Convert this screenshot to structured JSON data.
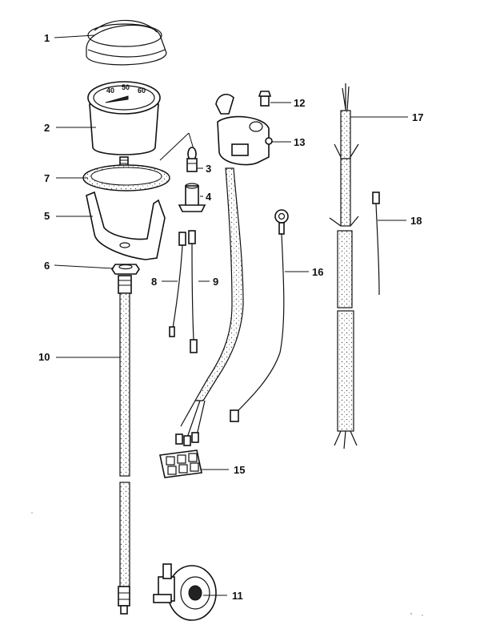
{
  "parts": [
    {
      "id": "p1",
      "label": "1"
    },
    {
      "id": "p2",
      "label": "2"
    },
    {
      "id": "p3",
      "label": "3"
    },
    {
      "id": "p4",
      "label": "4"
    },
    {
      "id": "p5",
      "label": "5"
    },
    {
      "id": "p6",
      "label": "6"
    },
    {
      "id": "p7",
      "label": "7"
    },
    {
      "id": "p8",
      "label": "8"
    },
    {
      "id": "p9",
      "label": "9"
    },
    {
      "id": "p10",
      "label": "10"
    },
    {
      "id": "p11",
      "label": "11"
    },
    {
      "id": "p12",
      "label": "12"
    },
    {
      "id": "p13",
      "label": "13"
    },
    {
      "id": "p15",
      "label": "15"
    },
    {
      "id": "p16",
      "label": "16"
    },
    {
      "id": "p17",
      "label": "17"
    },
    {
      "id": "p18",
      "label": "18"
    }
  ],
  "gauge_numbers": [
    "40",
    "50",
    "60"
  ]
}
